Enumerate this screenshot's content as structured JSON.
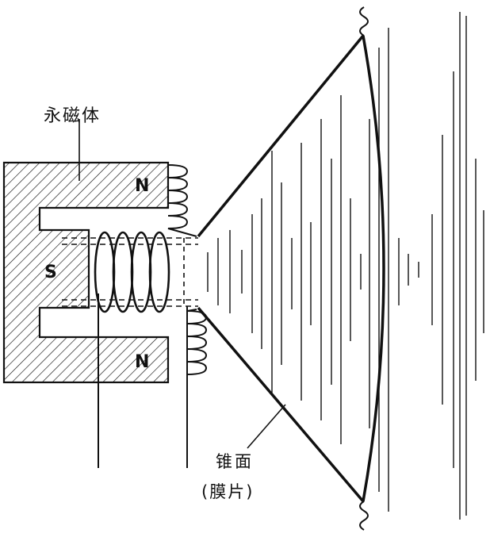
{
  "labels": {
    "permanent_magnet": "永磁体",
    "pole_north_top": "N",
    "pole_north_bottom": "N",
    "pole_south": "S",
    "cone_line1": "锥面",
    "cone_line2": "(膜片)"
  },
  "colors": {
    "ink": "#111111",
    "background": "#ffffff"
  }
}
